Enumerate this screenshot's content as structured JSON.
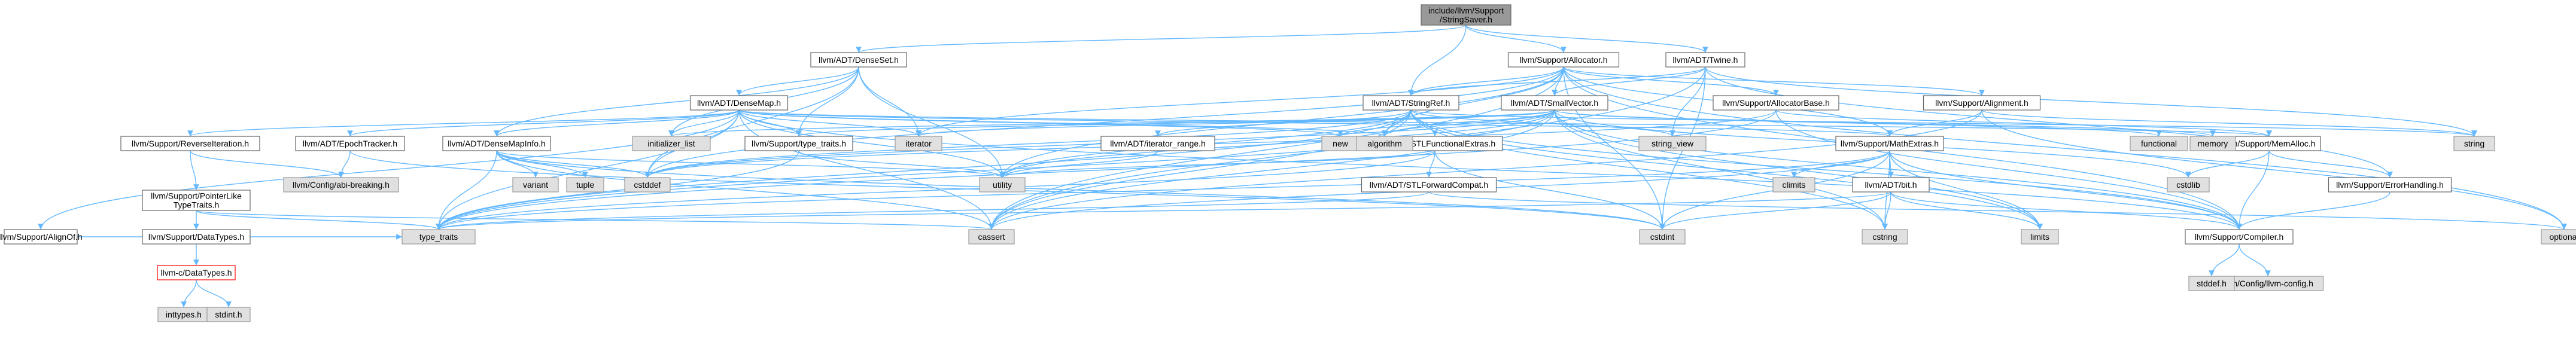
{
  "colors": {
    "edge": "#63B8FF",
    "node_fill": "#ffffff",
    "node_border": "#666666",
    "system_fill": "#e0e0e0",
    "system_border": "#999999",
    "root_fill": "#999999",
    "root_border": "#666666",
    "red_border": "#ff0000"
  },
  "nodes": [
    {
      "id": "root",
      "label": [
        "include/llvm/Support",
        "/StringSaver.h"
      ],
      "style": "root"
    },
    {
      "id": "denseset",
      "label": [
        "llvm/ADT/DenseSet.h"
      ],
      "style": "normal"
    },
    {
      "id": "allocator",
      "label": [
        "llvm/Support/Allocator.h"
      ],
      "style": "normal"
    },
    {
      "id": "twine",
      "label": [
        "llvm/ADT/Twine.h"
      ],
      "style": "normal"
    },
    {
      "id": "densemap",
      "label": [
        "llvm/ADT/DenseMap.h"
      ],
      "style": "normal"
    },
    {
      "id": "stringref",
      "label": [
        "llvm/ADT/StringRef.h"
      ],
      "style": "normal"
    },
    {
      "id": "smallvector",
      "label": [
        "llvm/ADT/SmallVector.h"
      ],
      "style": "normal"
    },
    {
      "id": "allocatorbase",
      "label": [
        "llvm/Support/AllocatorBase.h"
      ],
      "style": "normal"
    },
    {
      "id": "alignment",
      "label": [
        "llvm/Support/Alignment.h"
      ],
      "style": "normal"
    },
    {
      "id": "alignof",
      "label": [
        "llvm/Support/AlignOf.h"
      ],
      "style": "normal"
    },
    {
      "id": "reverseiteration",
      "label": [
        "llvm/Support/ReverseIteration.h"
      ],
      "style": "normal"
    },
    {
      "id": "epochtracker",
      "label": [
        "llvm/ADT/EpochTracker.h"
      ],
      "style": "normal"
    },
    {
      "id": "densemapinfo",
      "label": [
        "llvm/ADT/DenseMapInfo.h"
      ],
      "style": "normal"
    },
    {
      "id": "typetraits",
      "label": [
        "llvm/Support/type_traits.h"
      ],
      "style": "normal"
    },
    {
      "id": "iteratorrange",
      "label": [
        "llvm/ADT/iterator_range.h"
      ],
      "style": "normal"
    },
    {
      "id": "stlfunctional",
      "label": [
        "llvm/ADT/STLFunctionalExtras.h"
      ],
      "style": "normal"
    },
    {
      "id": "mathextras",
      "label": [
        "llvm/Support/MathExtras.h"
      ],
      "style": "normal"
    },
    {
      "id": "memalloc",
      "label": [
        "llvm/Support/MemAlloc.h"
      ],
      "style": "normal"
    },
    {
      "id": "pointerlike",
      "label": [
        "llvm/Support/PointerLike",
        "TypeTraits.h"
      ],
      "style": "normal"
    },
    {
      "id": "stlforward",
      "label": [
        "llvm/ADT/STLForwardCompat.h"
      ],
      "style": "normal"
    },
    {
      "id": "bit",
      "label": [
        "llvm/ADT/bit.h"
      ],
      "style": "normal"
    },
    {
      "id": "errorhandling",
      "label": [
        "llvm/Support/ErrorHandling.h"
      ],
      "style": "normal"
    },
    {
      "id": "datatypes",
      "label": [
        "llvm/Support/DataTypes.h"
      ],
      "style": "normal"
    },
    {
      "id": "compiler",
      "label": [
        "llvm/Support/Compiler.h"
      ],
      "style": "normal"
    },
    {
      "id": "cdatatypes",
      "label": [
        "llvm-c/DataTypes.h"
      ],
      "style": "red"
    },
    {
      "id": "abibreaking",
      "label": [
        "llvm/Config/abi-breaking.h"
      ],
      "style": "system"
    },
    {
      "id": "llvmconfig",
      "label": [
        "llvm/Config/llvm-config.h"
      ],
      "style": "system"
    },
    {
      "id": "initlist",
      "label": [
        "initializer_list"
      ],
      "style": "system"
    },
    {
      "id": "iterator",
      "label": [
        "iterator"
      ],
      "style": "system"
    },
    {
      "id": "new",
      "label": [
        "new"
      ],
      "style": "system"
    },
    {
      "id": "algorithm",
      "label": [
        "algorithm"
      ],
      "style": "system"
    },
    {
      "id": "stringview",
      "label": [
        "string_view"
      ],
      "style": "system"
    },
    {
      "id": "functional",
      "label": [
        "functional"
      ],
      "style": "system"
    },
    {
      "id": "memory",
      "label": [
        "memory"
      ],
      "style": "system"
    },
    {
      "id": "string",
      "label": [
        "string"
      ],
      "style": "system"
    },
    {
      "id": "optional",
      "label": [
        "optional"
      ],
      "style": "system"
    },
    {
      "id": "variant",
      "label": [
        "variant"
      ],
      "style": "system"
    },
    {
      "id": "tuple",
      "label": [
        "tuple"
      ],
      "style": "system"
    },
    {
      "id": "cstddef",
      "label": [
        "cstddef"
      ],
      "style": "system"
    },
    {
      "id": "utility",
      "label": [
        "utility"
      ],
      "style": "system"
    },
    {
      "id": "climits",
      "label": [
        "climits"
      ],
      "style": "system"
    },
    {
      "id": "cstdlib",
      "label": [
        "cstdlib"
      ],
      "style": "system"
    },
    {
      "id": "limits",
      "label": [
        "limits"
      ],
      "style": "system"
    },
    {
      "id": "typetraitsstd",
      "label": [
        "type_traits"
      ],
      "style": "system"
    },
    {
      "id": "cassert",
      "label": [
        "cassert"
      ],
      "style": "system"
    },
    {
      "id": "cstdint",
      "label": [
        "cstdint"
      ],
      "style": "system"
    },
    {
      "id": "cstring",
      "label": [
        "cstring"
      ],
      "style": "system"
    },
    {
      "id": "stddef",
      "label": [
        "stddef.h"
      ],
      "style": "system"
    },
    {
      "id": "inttypes",
      "label": [
        "inttypes.h"
      ],
      "style": "system"
    },
    {
      "id": "stdint",
      "label": [
        "stdint.h"
      ],
      "style": "system"
    }
  ],
  "edges": [
    [
      "root",
      "denseset"
    ],
    [
      "root",
      "allocator"
    ],
    [
      "root",
      "twine"
    ],
    [
      "root",
      "stringref"
    ],
    [
      "denseset",
      "densemap"
    ],
    [
      "denseset",
      "densemapinfo"
    ],
    [
      "denseset",
      "initlist"
    ],
    [
      "denseset",
      "iterator"
    ],
    [
      "denseset",
      "cstddef"
    ],
    [
      "denseset",
      "utility"
    ],
    [
      "denseset",
      "typetraits"
    ],
    [
      "allocator",
      "allocatorbase"
    ],
    [
      "allocator",
      "alignment"
    ],
    [
      "allocator",
      "stringref"
    ],
    [
      "allocator",
      "smallvector"
    ],
    [
      "allocator",
      "compiler"
    ],
    [
      "allocator",
      "mathextras"
    ],
    [
      "allocator",
      "algorithm"
    ],
    [
      "allocator",
      "cassert"
    ],
    [
      "allocator",
      "cstddef"
    ],
    [
      "allocator",
      "cstdint"
    ],
    [
      "allocator",
      "iterator"
    ],
    [
      "allocator",
      "optional"
    ],
    [
      "allocator",
      "utility"
    ],
    [
      "twine",
      "smallvector"
    ],
    [
      "twine",
      "stringref"
    ],
    [
      "twine",
      "errorhandling"
    ],
    [
      "twine",
      "cassert"
    ],
    [
      "twine",
      "cstdint"
    ],
    [
      "twine",
      "string"
    ],
    [
      "twine",
      "stringview"
    ],
    [
      "densemap",
      "densemapinfo"
    ],
    [
      "densemap",
      "epochtracker"
    ],
    [
      "densemap",
      "alignof"
    ],
    [
      "densemap",
      "compiler"
    ],
    [
      "densemap",
      "mathextras"
    ],
    [
      "densemap",
      "memalloc"
    ],
    [
      "densemap",
      "reverseiteration"
    ],
    [
      "densemap",
      "typetraits"
    ],
    [
      "densemap",
      "algorithm"
    ],
    [
      "densemap",
      "cassert"
    ],
    [
      "densemap",
      "cstddef"
    ],
    [
      "densemap",
      "initlist"
    ],
    [
      "densemap",
      "iterator"
    ],
    [
      "densemap",
      "new"
    ],
    [
      "densemap",
      "typetraitsstd"
    ],
    [
      "densemap",
      "utility"
    ],
    [
      "stringref",
      "stlfunctional"
    ],
    [
      "stringref",
      "iteratorrange"
    ],
    [
      "stringref",
      "compiler"
    ],
    [
      "stringref",
      "algorithm"
    ],
    [
      "stringref",
      "cassert"
    ],
    [
      "stringref",
      "cstddef"
    ],
    [
      "stringref",
      "cstring"
    ],
    [
      "stringref",
      "limits"
    ],
    [
      "stringref",
      "string"
    ],
    [
      "stringref",
      "stringview"
    ],
    [
      "stringref",
      "typetraitsstd"
    ],
    [
      "stringref",
      "utility"
    ],
    [
      "smallvector",
      "compiler"
    ],
    [
      "smallvector",
      "typetraits"
    ],
    [
      "smallvector",
      "algorithm"
    ],
    [
      "smallvector",
      "cassert"
    ],
    [
      "smallvector",
      "cstddef"
    ],
    [
      "smallvector",
      "cstdlib"
    ],
    [
      "smallvector",
      "cstring"
    ],
    [
      "smallvector",
      "functional"
    ],
    [
      "smallvector",
      "initlist"
    ],
    [
      "smallvector",
      "iterator"
    ],
    [
      "smallvector",
      "limits"
    ],
    [
      "smallvector",
      "memory"
    ],
    [
      "smallvector",
      "new"
    ],
    [
      "smallvector",
      "typetraitsstd"
    ],
    [
      "smallvector",
      "utility"
    ],
    [
      "allocatorbase",
      "compiler"
    ],
    [
      "allocatorbase",
      "memalloc"
    ],
    [
      "allocatorbase",
      "cstddef"
    ],
    [
      "allocatorbase",
      "typetraitsstd"
    ],
    [
      "alignment",
      "mathextras"
    ],
    [
      "alignment",
      "cassert"
    ],
    [
      "alignment",
      "optional"
    ],
    [
      "alignment",
      "string"
    ],
    [
      "alignof",
      "typetraitsstd"
    ],
    [
      "reverseiteration",
      "abibreaking"
    ],
    [
      "reverseiteration",
      "pointerlike"
    ],
    [
      "epochtracker",
      "abibreaking"
    ],
    [
      "epochtracker",
      "cstdint"
    ],
    [
      "densemapinfo",
      "cassert"
    ],
    [
      "densemapinfo",
      "cstddef"
    ],
    [
      "densemapinfo",
      "cstdint"
    ],
    [
      "densemapinfo",
      "tuple"
    ],
    [
      "densemapinfo",
      "typetraitsstd"
    ],
    [
      "densemapinfo",
      "utility"
    ],
    [
      "densemapinfo",
      "variant"
    ],
    [
      "typetraits",
      "utility"
    ],
    [
      "typetraits",
      "typetraitsstd"
    ],
    [
      "iteratorrange",
      "utility"
    ],
    [
      "stlfunctional",
      "stlforward"
    ],
    [
      "stlfunctional",
      "cstdint"
    ],
    [
      "stlfunctional",
      "typetraitsstd"
    ],
    [
      "stlfunctional",
      "utility"
    ],
    [
      "mathextras",
      "bit"
    ],
    [
      "mathextras",
      "compiler"
    ],
    [
      "mathextras",
      "cassert"
    ],
    [
      "mathextras",
      "climits"
    ],
    [
      "mathextras",
      "cstdint"
    ],
    [
      "mathextras",
      "cstring"
    ],
    [
      "mathextras",
      "limits"
    ],
    [
      "mathextras",
      "typetraitsstd"
    ],
    [
      "memalloc",
      "compiler"
    ],
    [
      "memalloc",
      "errorhandling"
    ],
    [
      "memalloc",
      "cstdlib"
    ],
    [
      "pointerlike",
      "datatypes"
    ],
    [
      "pointerlike",
      "cassert"
    ],
    [
      "pointerlike",
      "typetraitsstd"
    ],
    [
      "stlforward",
      "optional"
    ],
    [
      "stlforward",
      "typetraitsstd"
    ],
    [
      "bit",
      "compiler"
    ],
    [
      "bit",
      "cstdint"
    ],
    [
      "bit",
      "limits"
    ],
    [
      "bit",
      "typetraitsstd"
    ],
    [
      "bit",
      "cstring"
    ],
    [
      "errorhandling",
      "compiler"
    ],
    [
      "datatypes",
      "cdatatypes"
    ],
    [
      "cdatatypes",
      "inttypes"
    ],
    [
      "cdatatypes",
      "stdint"
    ],
    [
      "compiler",
      "llvmconfig"
    ],
    [
      "compiler",
      "stddef"
    ]
  ]
}
